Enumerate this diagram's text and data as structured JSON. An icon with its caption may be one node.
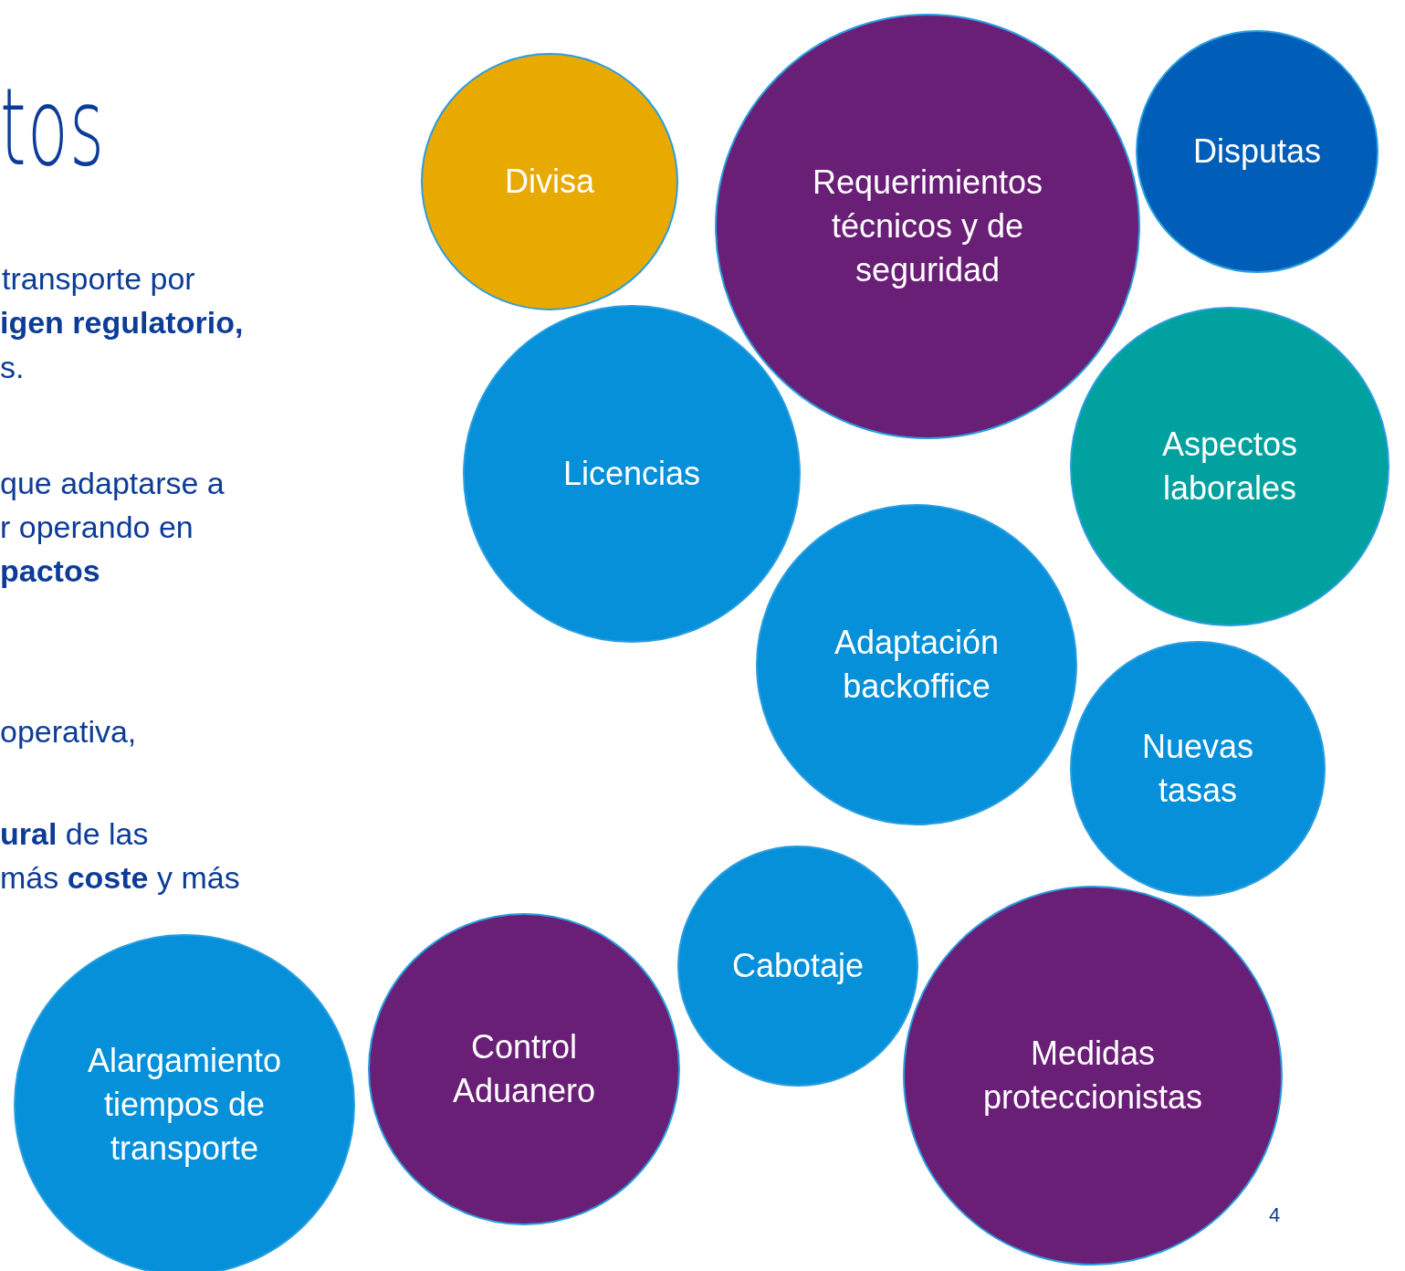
{
  "diagram": {
    "title": "tos",
    "nodes": [
      {
        "text": [
          "Divisa"
        ]
      },
      {
        "text": [
          "Requerimientos técnicos y de seguridad"
        ]
      },
      {
        "text": [
          "Disputas"
        ]
      },
      {
        "text": [
          "Licencias"
        ]
      },
      {
        "text": [
          "Aspectos laborales"
        ]
      },
      {
        "text": [
          "Adaptación backoffice"
        ]
      },
      {
        "text": [
          "Nuevas tasas"
        ]
      },
      {
        "text": [
          "Cabotaje"
        ]
      },
      {
        "text": [
          "Alargamiento tiempos de transporte"
        ]
      },
      {
        "text": [
          "Control Aduanero"
        ]
      },
      {
        "text": [
          "Medidas proteccionistas"
        ]
      }
    ],
    "labels": [
      "transporte por",
      "**igen regulatorio,**",
      "s.",
      "que  adaptarse a",
      "r operando en",
      "**pactos**",
      "operativa,",
      "**ural** de las",
      "más **coste** y más",
      "4"
    ]
  }
}
